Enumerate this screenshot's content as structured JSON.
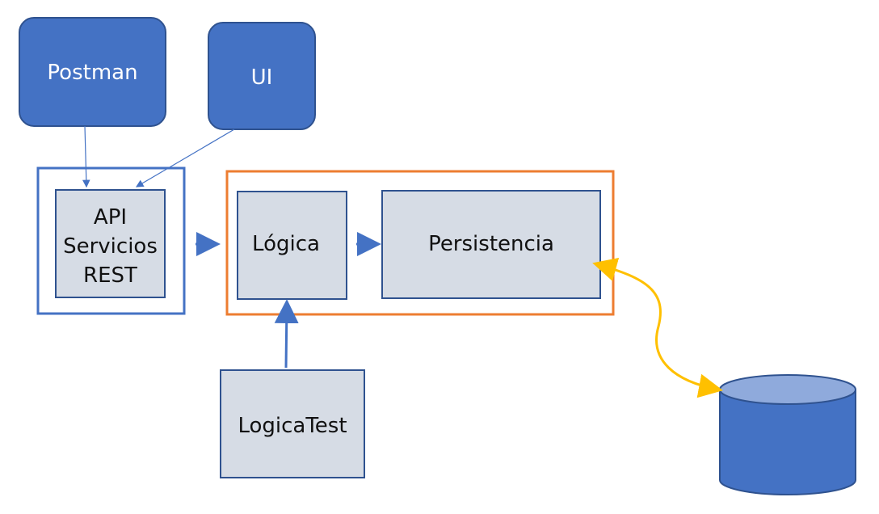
{
  "diagram": {
    "nodes": {
      "postman": {
        "label": "Postman"
      },
      "ui": {
        "label": "UI"
      },
      "api": {
        "lines": [
          "API",
          "Servicios",
          "REST"
        ]
      },
      "logica": {
        "label": "Lógica"
      },
      "persistencia": {
        "label": "Persistencia"
      },
      "logica_test": {
        "label": "LogicaTest"
      },
      "database": {
        "label": ""
      }
    },
    "colors": {
      "blue_fill": "#4472c4",
      "blue_border": "#2f528f",
      "gray_fill": "#d6dce5",
      "orange": "#ed7d31",
      "yellow": "#ffc000",
      "db_top": "#8faadc"
    }
  }
}
